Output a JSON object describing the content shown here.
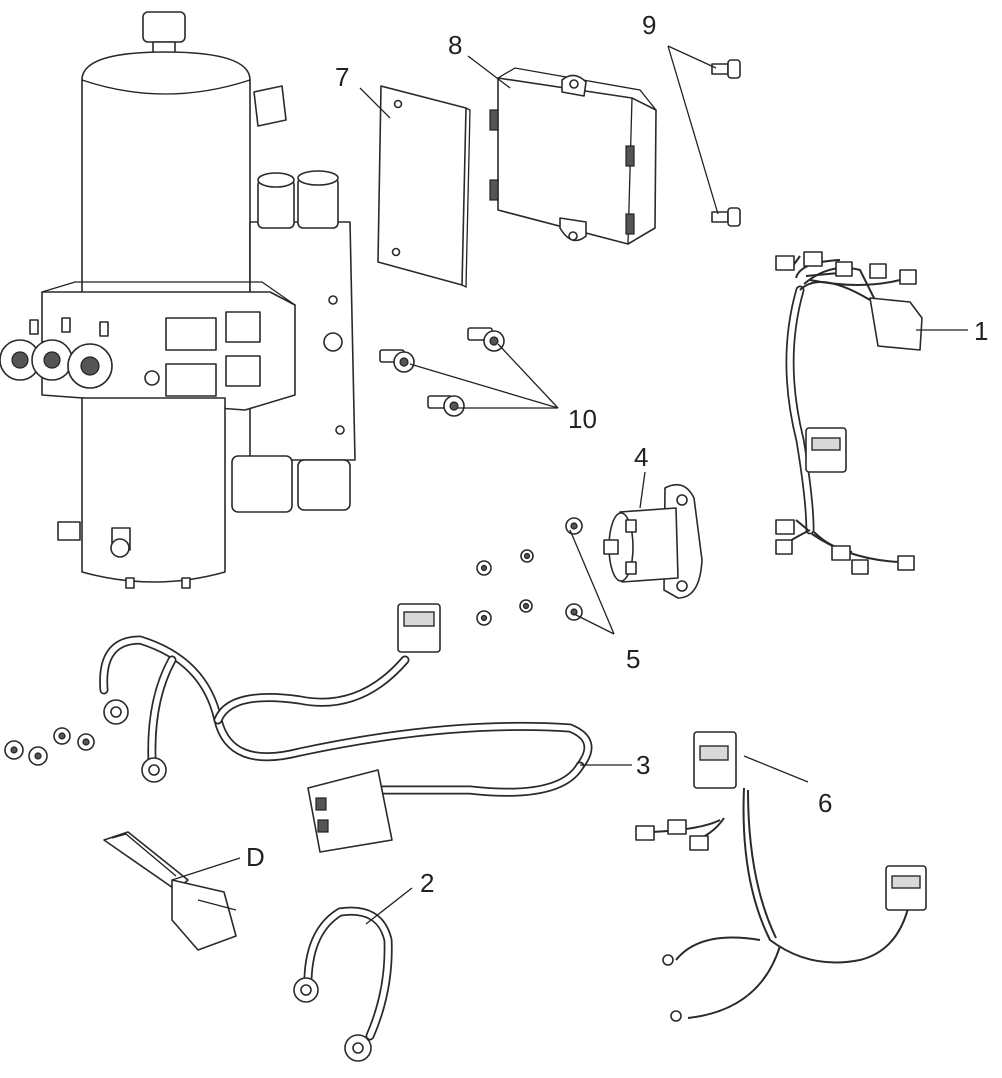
{
  "diagram": {
    "callouts": {
      "c1": "1",
      "c2": "2",
      "c3": "3",
      "c4": "4",
      "c5": "5",
      "c6": "6",
      "c7": "7",
      "c8": "8",
      "c9": "9",
      "c10": "10",
      "cD": "D"
    }
  }
}
